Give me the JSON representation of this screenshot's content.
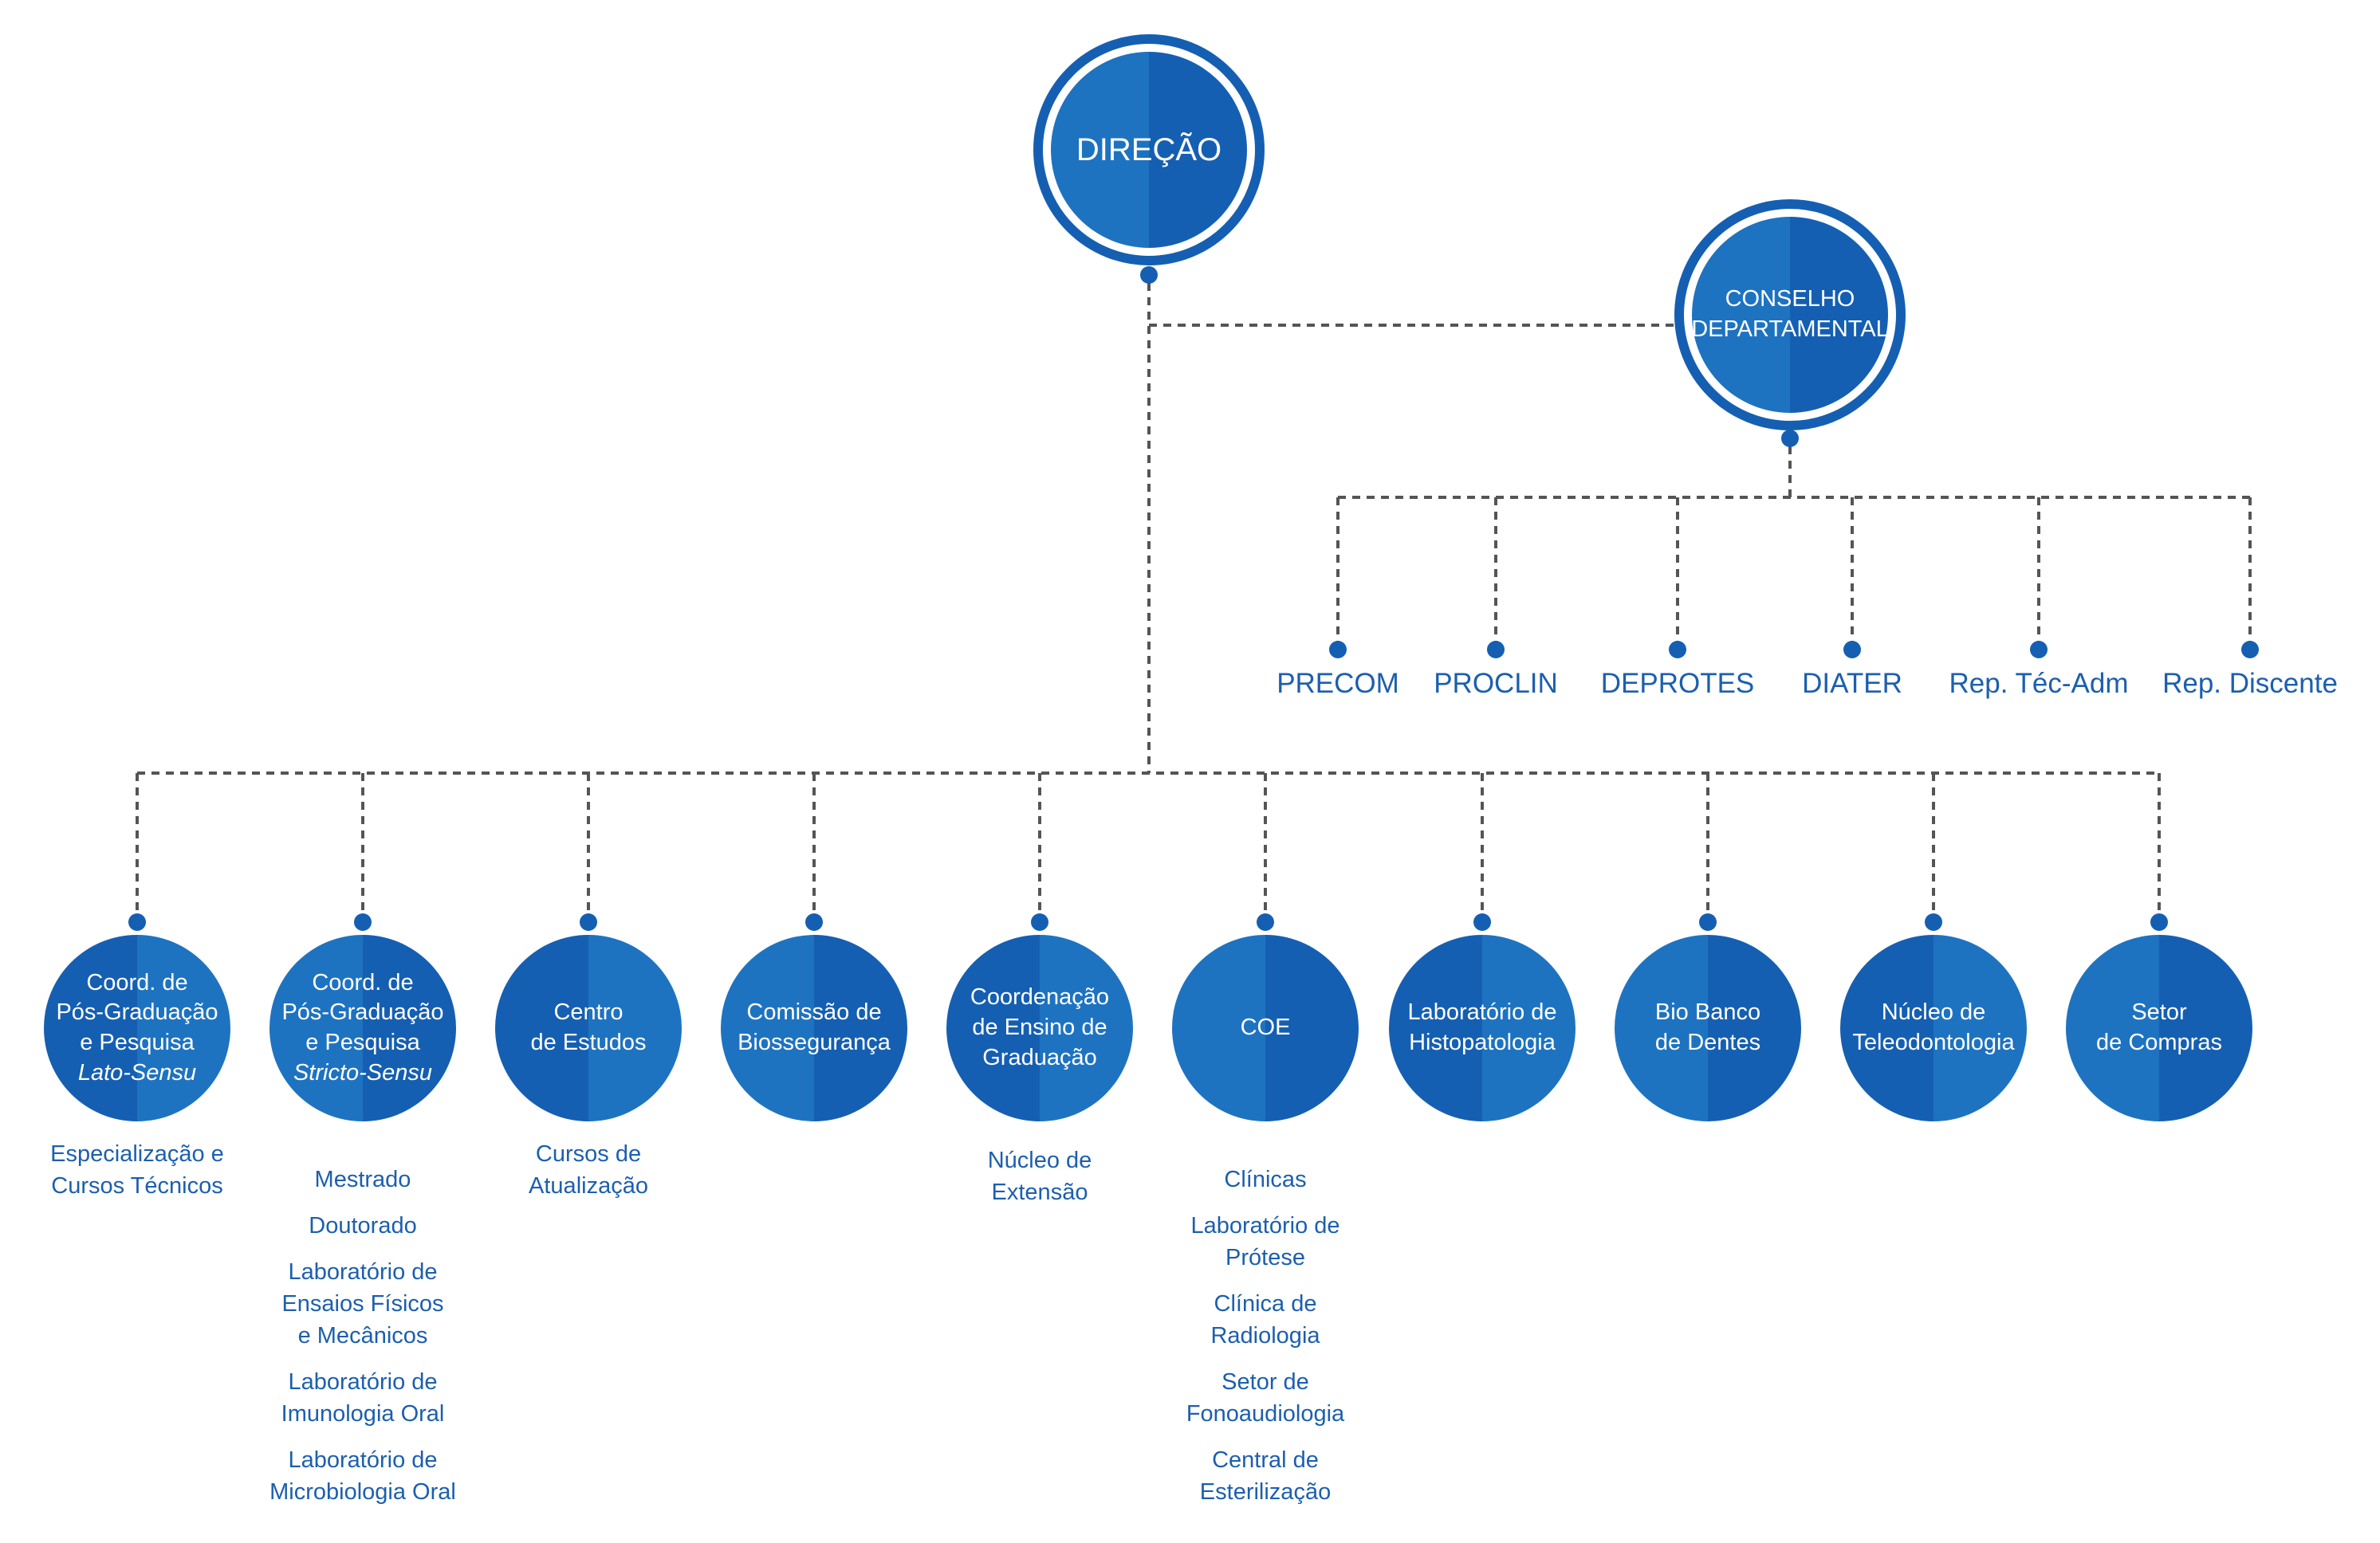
{
  "root": {
    "label": "DIREÇÃO",
    "icon": "circle-node-icon"
  },
  "council": {
    "label_line1": "CONSELHO",
    "label_line2": "DEPARTAMENTAL"
  },
  "council_departments": [
    {
      "label": "PRECOM"
    },
    {
      "label": "PROCLIN"
    },
    {
      "label": "DEPROTES"
    },
    {
      "label": "DIATER"
    },
    {
      "label": "Rep. Téc-Adm"
    },
    {
      "label": "Rep. Discente"
    }
  ],
  "units": [
    {
      "lines": [
        "Coord. de",
        "Pós-Graduação",
        "e Pesquisa"
      ],
      "italic": "Lato-Sensu",
      "subitems": [
        "Especialização e\nCursos Técnicos"
      ]
    },
    {
      "lines": [
        "Coord. de",
        "Pós-Graduação",
        "e Pesquisa"
      ],
      "italic": "Stricto-Sensu",
      "subitems": [
        "Mestrado",
        "Doutorado",
        "Laboratório de\nEnsaios Físicos\ne Mecânicos",
        "Laboratório de\nImunologia Oral",
        "Laboratório de\nMicrobiologia Oral"
      ]
    },
    {
      "lines": [
        "Centro",
        "de Estudos"
      ],
      "italic": "",
      "subitems": [
        "Cursos de\nAtualização"
      ]
    },
    {
      "lines": [
        "Comissão de",
        "Biossegurança"
      ],
      "italic": "",
      "subitems": []
    },
    {
      "lines": [
        "Coordenação",
        "de Ensino de",
        "Graduação"
      ],
      "italic": "",
      "subitems": [
        "Núcleo de\nExtensão"
      ]
    },
    {
      "lines": [
        "COE"
      ],
      "italic": "",
      "subitems": [
        "Clínicas",
        "Laboratório de\nPrótese",
        "Clínica de\nRadiologia",
        "Setor de\nFonoaudiologia",
        "Central de\nEsterilização"
      ]
    },
    {
      "lines": [
        "Laboratório de",
        "Histopatologia"
      ],
      "italic": "",
      "subitems": []
    },
    {
      "lines": [
        "Bio Banco",
        "de Dentes"
      ],
      "italic": "",
      "subitems": []
    },
    {
      "lines": [
        "Núcleo de",
        "Teleodontologia"
      ],
      "italic": "",
      "subitems": []
    },
    {
      "lines": [
        "Setor",
        "de Compras"
      ],
      "italic": "",
      "subitems": []
    }
  ],
  "colors": {
    "primary": "#155fb2",
    "secondary": "#1e73c1",
    "connector": "#555555",
    "text": "#1c5fae"
  }
}
